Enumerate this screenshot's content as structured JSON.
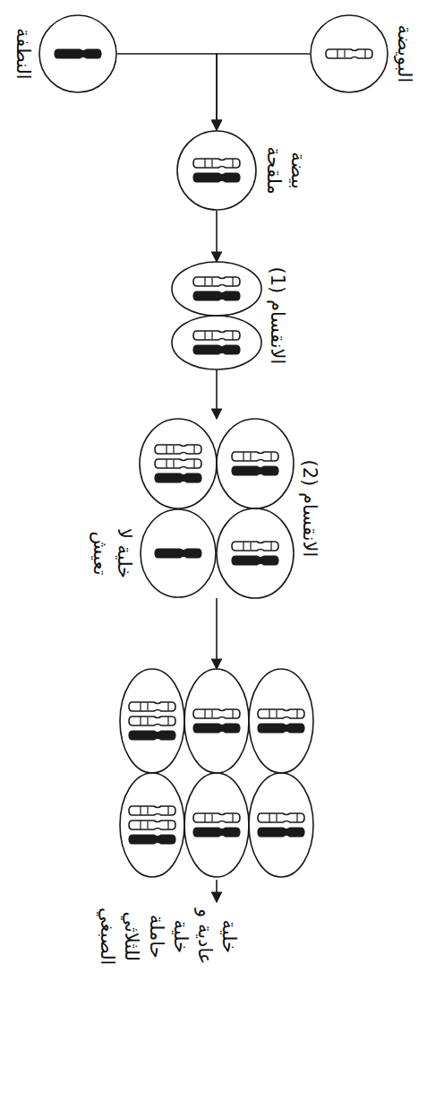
{
  "diagram": {
    "nodes": [
      {
        "text": [
          "البويضة"
        ]
      },
      {
        "text": [
          "النطفة"
        ]
      },
      {
        "text": [
          "بيضة ملقحة"
        ]
      },
      {
        "text": [
          "الانقسام (1)"
        ]
      },
      {
        "text": [
          "الانقسام (2)"
        ]
      },
      {
        "text": [
          "خلية لا تعيش"
        ],
        "in": 4
      },
      {
        "text": [
          "خلية عادية و خلية حاملة للثلاثي الصبغي"
        ]
      }
    ],
    "edges": [
      {
        "from": 0,
        "to": 2,
        "arrow": "to"
      },
      {
        "from": 1,
        "to": 2,
        "arrow": "to"
      },
      {
        "from": 2,
        "to": 3,
        "arrow": "to"
      },
      {
        "from": 3,
        "to": 4,
        "arrow": "to"
      },
      {
        "from": 4,
        "to": 6,
        "arrow": "to"
      }
    ]
  }
}
